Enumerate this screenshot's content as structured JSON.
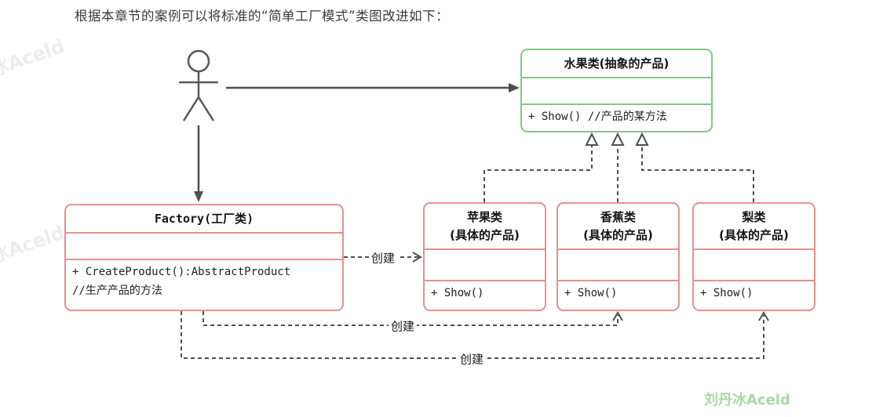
{
  "title": "根据本章节的案例可以将标准的“简单工厂模式”类图改进如下：",
  "classes": {
    "fruit": {
      "name": "水果类(抽象的产品)",
      "attributes": "",
      "methods": "+ Show() //产品的某方法"
    },
    "factory": {
      "name": "Factory(工厂类)",
      "attributes": "",
      "method_line1": "+ CreateProduct():AbstractProduct",
      "method_line2": "//生产产品的方法"
    },
    "apple": {
      "name_line1": "苹果类",
      "name_line2": "(具体的产品)",
      "attributes": "",
      "methods": "+ Show()"
    },
    "banana": {
      "name_line1": "香蕉类",
      "name_line2": "(具体的产品)",
      "attributes": "",
      "methods": "+ Show()"
    },
    "pear": {
      "name_line1": "梨类",
      "name_line2": "(具体的产品)",
      "attributes": "",
      "methods": "+ Show()"
    }
  },
  "edges": {
    "factory_to_apple": {
      "label": "创建"
    },
    "factory_to_banana": {
      "label": "创建"
    },
    "factory_to_pear": {
      "label": "创建"
    }
  },
  "watermarks": {
    "bottom_right": "刘丹冰Aceld",
    "faint_left_top": "刘丹冰Aceld",
    "faint_left_mid": "刘丹冰Aceld"
  },
  "colors": {
    "class_red_border": "#ec8e90",
    "class_green_border": "#84c784",
    "line_gray": "#4f4f4f",
    "brand_watermark_green": "#a8d8a5"
  }
}
